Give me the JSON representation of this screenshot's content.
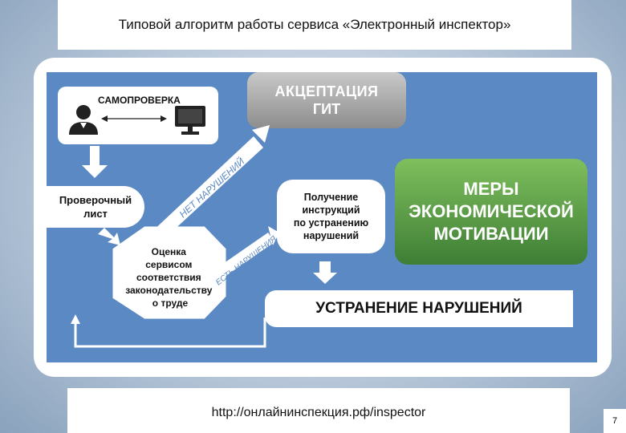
{
  "title": "Типовой алгоритм работы сервиса «Электронный инспектор»",
  "self_check": "САМОПРОВЕРКА",
  "acceptance": {
    "line1": "АКЦЕПТАЦИЯ",
    "line2": "ГИТ"
  },
  "checklist": {
    "line1": "Проверочный",
    "line2": "лист"
  },
  "evaluation": {
    "line1": "Оценка",
    "line2": "сервисом",
    "line3": "соответствия",
    "line4": "законодательству",
    "line5": "о труде"
  },
  "no_violations": "НЕТ НАРУШЕНИЙ",
  "has_violations": "ЕСТЬ НАРУШЕНИЯ",
  "instructions": {
    "line1": "Получение",
    "line2": "инструкций",
    "line3": "по устранению",
    "line4": "нарушений"
  },
  "measures": {
    "line1": "МЕРЫ",
    "line2": "ЭКОНОМИЧЕСКОЙ",
    "line3": "МОТИВАЦИИ"
  },
  "elimination": "УСТРАНЕНИЕ НАРУШЕНИЙ",
  "url": "http://онлайнинспекция.рф/inspector",
  "page_number": "7",
  "colors": {
    "blue": "#5b89c3",
    "green": "#5da049",
    "gray": "#a6a6a6",
    "dark": "#222222"
  },
  "icons": [
    "person-icon",
    "computer-icon"
  ]
}
